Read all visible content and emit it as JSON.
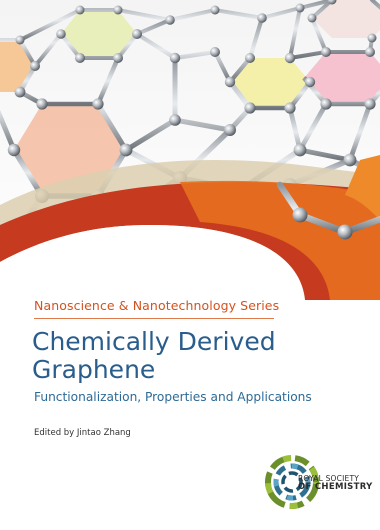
{
  "series": "Nanoscience & Nanotechnology Series",
  "title_lines": [
    "Chemically Derived",
    "Graphene"
  ],
  "subtitle": "Functionalization, Properties and Applications",
  "editor": "Edited by Jintao Zhang",
  "publisher": {
    "line1": "ROYAL SOCIETY",
    "line2": "OF CHEMISTRY"
  },
  "colors": {
    "series_orange": "#d4521f",
    "title_blue": "#2a5d8c",
    "subtitle_blue": "#2e6a96",
    "band_red": "#c73a1e",
    "band_orange": "#e8731f",
    "band_beige": "#d9c9a8",
    "hex_peach": "#f6c4a8",
    "hex_yellow": "#f3f0a0",
    "hex_pink": "#f7c0cf",
    "hex_green": "#e7f0b8"
  },
  "icons": {
    "logo": "rsc-ring-logo",
    "art": "graphene-lattice-illustration"
  }
}
